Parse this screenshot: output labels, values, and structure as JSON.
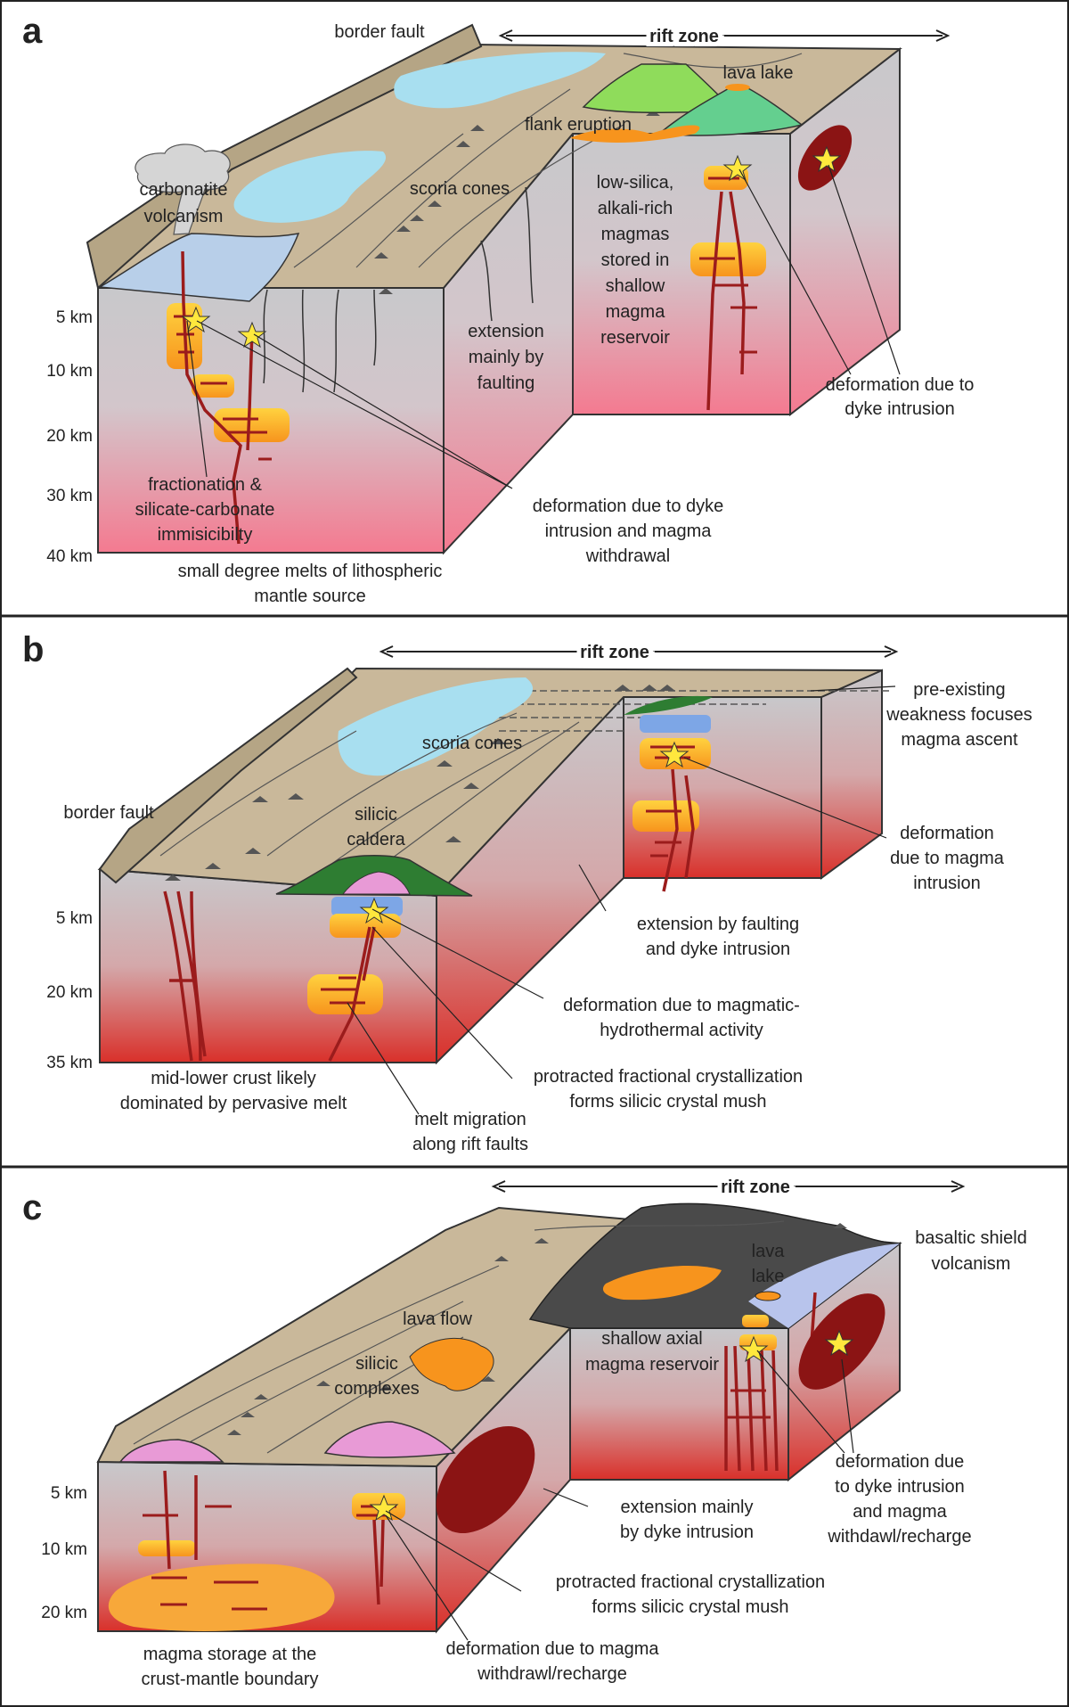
{
  "panels": [
    {
      "letter": "a",
      "rift_zone": "rift zone",
      "depths": [
        "5 km",
        "10 km",
        "20 km",
        "30 km",
        "40 km"
      ],
      "labels": {
        "border_fault": "border fault",
        "lava_lake": "lava lake",
        "flank_eruption": "flank eruption",
        "carbonatite": [
          "carbonatite",
          "volcanism"
        ],
        "scoria_cones": "scoria cones",
        "low_silica": [
          "low-silica,",
          "alkali-rich",
          "magmas",
          "stored in",
          "shallow",
          "magma",
          "reservoir"
        ],
        "extension": [
          "extension",
          "mainly by",
          "faulting"
        ],
        "deformation_dyke": [
          "deformation due to",
          "dyke intrusion"
        ],
        "fractionation": [
          "fractionation &",
          "silicate-carbonate",
          "immisicibilty"
        ],
        "deformation_withdrawal": [
          "deformation due to dyke",
          "intrusion and magma",
          "withdrawal"
        ],
        "small_degree": [
          "small degree melts of lithospheric",
          "mantle source"
        ]
      }
    },
    {
      "letter": "b",
      "rift_zone": "rift zone",
      "depths": [
        "5 km",
        "20 km",
        "35 km"
      ],
      "labels": {
        "pre_existing": [
          "pre-existing",
          "weakness focuses",
          "magma ascent"
        ],
        "scoria_cones": "scoria cones",
        "border_fault": "border fault",
        "silicic_caldera": [
          "silicic",
          "caldera"
        ],
        "deformation_intrusion": [
          "deformation",
          "due to magma",
          "intrusion"
        ],
        "extension": [
          "extension by faulting",
          "and dyke intrusion"
        ],
        "hydrothermal": [
          "deformation due to magmatic-",
          "hydrothermal activity"
        ],
        "mid_lower": [
          "mid-lower crust likely",
          "dominated by pervasive melt"
        ],
        "protracted": [
          "protracted fractional crystallization",
          "forms silicic crystal mush"
        ],
        "melt_migration": [
          "melt migration",
          "along rift faults"
        ]
      }
    },
    {
      "letter": "c",
      "rift_zone": "rift zone",
      "depths": [
        "5 km",
        "10 km",
        "20 km"
      ],
      "labels": {
        "basaltic": [
          "basaltic shield",
          "volcanism"
        ],
        "lava_lake": [
          "lava",
          "lake"
        ],
        "lava_flow": "lava flow",
        "shallow_axial": [
          "shallow axial",
          "magma reservoir"
        ],
        "silicic_complexes": [
          "silicic",
          "complexes"
        ],
        "deformation_dyke": [
          "deformation due",
          "to dyke intrusion",
          "and magma",
          "withdawl/recharge"
        ],
        "extension": [
          "extension mainly",
          "by dyke intrusion"
        ],
        "protracted": [
          "protracted fractional crystallization",
          "forms silicic crystal mush"
        ],
        "magma_storage": [
          "magma storage at the",
          "crust-mantle boundary"
        ],
        "deformation_withdrawl": [
          "deformation due to magma",
          "withdrawl/recharge"
        ]
      }
    }
  ],
  "colors": {
    "surface": "#c9b89a",
    "fault_scarp": "#b5a585",
    "crust_top": "#c9c9cc",
    "crust_bottom_a": "#f47a90",
    "crust_bottom_b": "#d92a2a",
    "lake": "#a8dff0",
    "magma_orange": "#f7941d",
    "magma_yellow": "#ffd23f",
    "dyke": "#9b1c1c",
    "ellipse": "#8b1414",
    "green_cone": "#8fdc5b",
    "teal_cone": "#64cf8f",
    "pink_dome": "#e89ad6",
    "caldera_green": "#2e7d32",
    "basalt_grey": "#4a4a4a",
    "star": "#ffe83d"
  }
}
